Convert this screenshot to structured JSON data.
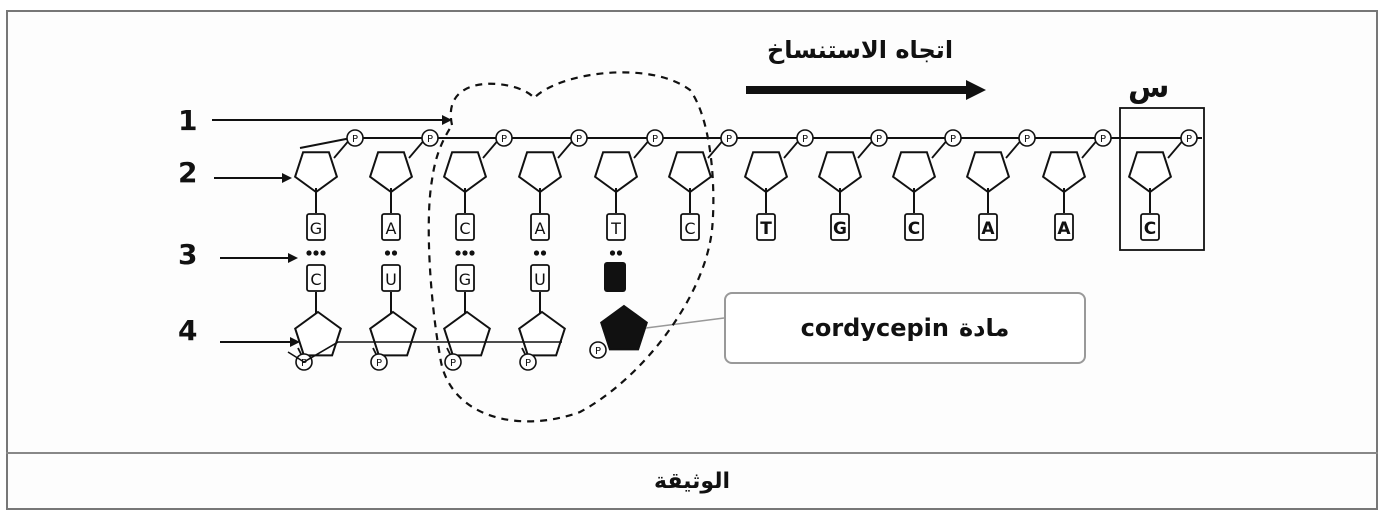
{
  "direction_label": "اتجاه الاستنساخ",
  "x_label": "س",
  "pointers": [
    "1",
    "2",
    "3",
    "4"
  ],
  "template_bases": [
    "G",
    "A",
    "C",
    "A",
    "T",
    "C",
    "T",
    "G",
    "C",
    "A",
    "A",
    "C"
  ],
  "rna_bases": [
    "C",
    "U",
    "G",
    "U"
  ],
  "phosphate_symbol": "P",
  "callout": {
    "prefix": "مادة",
    "name": "cordycepin"
  },
  "caption": "الوثيقة"
}
